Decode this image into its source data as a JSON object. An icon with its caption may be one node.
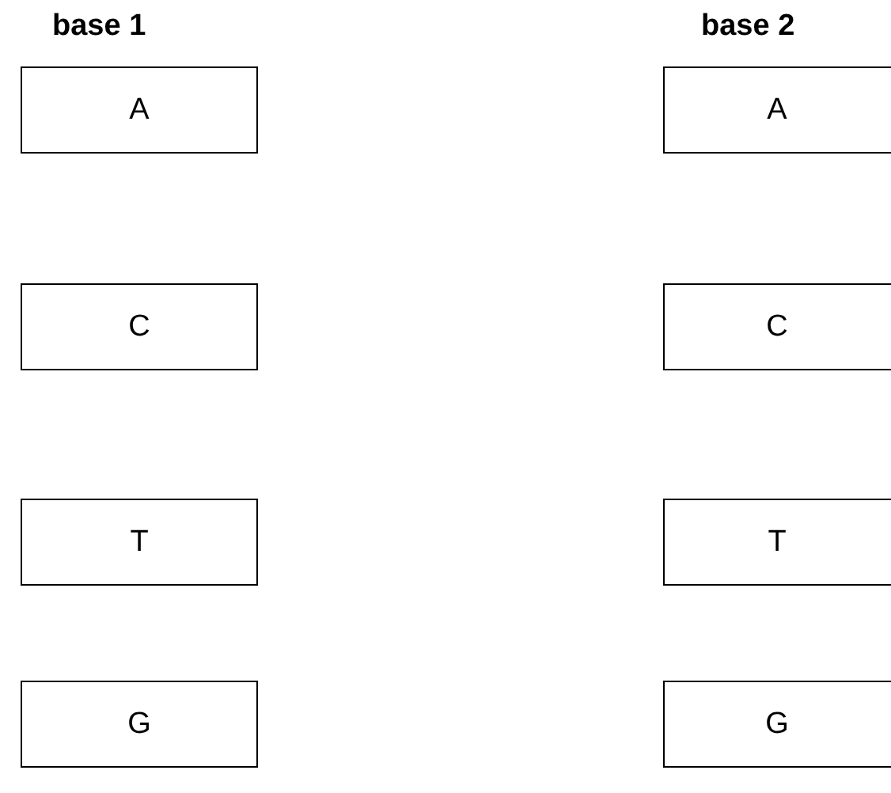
{
  "diagram": {
    "nodes": [
      {
        "text": [
          "A"
        ]
      },
      {
        "text": [
          "C"
        ]
      },
      {
        "text": [
          "T"
        ]
      },
      {
        "text": [
          "G"
        ]
      },
      {
        "text": [
          "A"
        ]
      },
      {
        "text": [
          "C"
        ]
      },
      {
        "text": [
          "T"
        ]
      },
      {
        "text": [
          "G"
        ]
      }
    ],
    "labels": [
      "base 1",
      "base 2"
    ]
  }
}
